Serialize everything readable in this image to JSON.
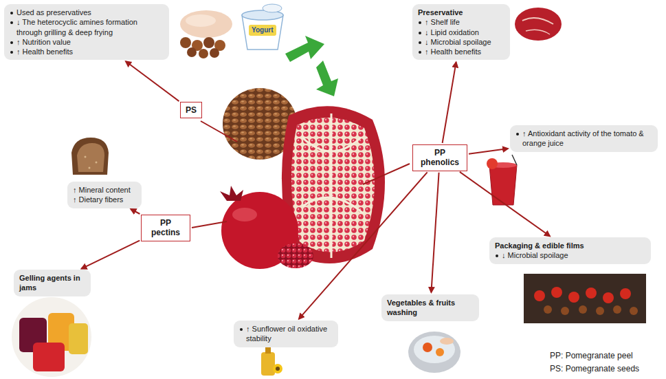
{
  "diagram": {
    "nodes": [
      {
        "text": [
          "Used as preservatives",
          "↓ The heterocyclic amines formation through grilling & deep frying",
          "↑ Nutrition value",
          "↑ Health benefits"
        ]
      },
      {
        "text": [
          "Preservative",
          "↑ Shelf life",
          "↓ Lipid oxidation",
          "↓ Microbial spoilage",
          "↑ Health benefits"
        ]
      },
      {
        "text": [
          "PS"
        ]
      },
      {
        "text": [
          "↑ Antioxidant activity of the tomato & orange juice"
        ]
      },
      {
        "text": [
          "PP phenolics"
        ]
      },
      {
        "text": [
          "↑ Mineral content",
          "↑ Dietary fibers"
        ]
      },
      {
        "text": [
          "PP pectins"
        ]
      },
      {
        "text": [
          "Packaging & edible films",
          "↓ Microbial spoilage"
        ]
      },
      {
        "text": [
          "Gelling agents in jams"
        ]
      },
      {
        "text": [
          "↑ Sunflower oil oxidative stability"
        ]
      },
      {
        "text": [
          "Vegetables & fruits washing"
        ]
      }
    ],
    "edges": [
      {
        "from": 2,
        "to": 0,
        "arrow": "to"
      },
      {
        "from": 4,
        "to": 1,
        "arrow": "to"
      },
      {
        "from": 4,
        "to": 3,
        "arrow": "to"
      },
      {
        "from": 6,
        "to": 5,
        "arrow": "to"
      },
      {
        "from": 6,
        "to": 8,
        "arrow": "to"
      },
      {
        "from": 4,
        "to": 7,
        "arrow": "to"
      },
      {
        "from": 4,
        "to": 10,
        "arrow": "to"
      },
      {
        "from": 4,
        "to": 9,
        "arrow": "to"
      }
    ],
    "labels": [
      "Yogurt",
      "PP: Pomegranate peel",
      "PS: Pomegranate seeds"
    ]
  }
}
